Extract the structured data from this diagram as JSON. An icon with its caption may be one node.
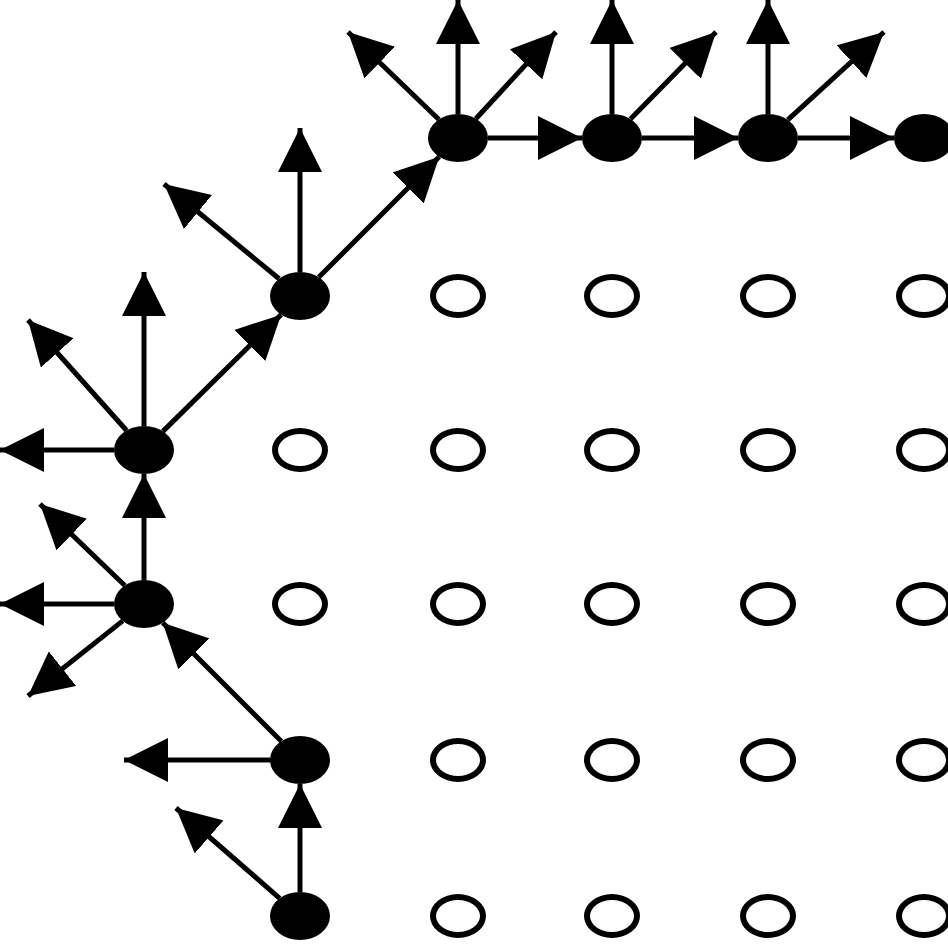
{
  "diagram": {
    "nodes": [
      {
        "text": [],
        "shape": "dot"
      },
      {
        "text": [],
        "shape": "dot"
      },
      {
        "text": [],
        "shape": "dot"
      },
      {
        "text": [],
        "shape": "dot"
      },
      {
        "text": [],
        "shape": "dot"
      },
      {
        "text": [],
        "shape": "circle"
      },
      {
        "text": [],
        "shape": "circle"
      },
      {
        "text": [],
        "shape": "circle"
      },
      {
        "text": [],
        "shape": "circle"
      },
      {
        "text": [],
        "shape": "dot"
      },
      {
        "text": [],
        "shape": "circle"
      },
      {
        "text": [],
        "shape": "circle"
      },
      {
        "text": [],
        "shape": "circle"
      },
      {
        "text": [],
        "shape": "circle"
      },
      {
        "text": [],
        "shape": "circle"
      },
      {
        "text": [],
        "shape": "dot"
      },
      {
        "text": [],
        "shape": "circle"
      },
      {
        "text": [],
        "shape": "circle"
      },
      {
        "text": [],
        "shape": "circle"
      },
      {
        "text": [],
        "shape": "circle"
      },
      {
        "text": [],
        "shape": "circle"
      },
      {
        "text": [],
        "shape": "dot"
      },
      {
        "text": [],
        "shape": "circle"
      },
      {
        "text": [],
        "shape": "circle"
      },
      {
        "text": [],
        "shape": "circle"
      },
      {
        "text": [],
        "shape": "circle"
      },
      {
        "text": [],
        "shape": "dot"
      },
      {
        "text": [],
        "shape": "circle"
      },
      {
        "text": [],
        "shape": "circle"
      },
      {
        "text": [],
        "shape": "circle"
      },
      {
        "text": [],
        "shape": "circle"
      }
    ],
    "edges": [
      {
        "from": 26,
        "to": 21,
        "arrow": "to"
      },
      {
        "from": 21,
        "to": 15,
        "arrow": "to"
      },
      {
        "from": 15,
        "to": 9,
        "arrow": "to"
      },
      {
        "from": 9,
        "to": 4,
        "arrow": "to"
      },
      {
        "from": 4,
        "to": 0,
        "arrow": "to"
      },
      {
        "from": 0,
        "to": 1,
        "arrow": "to"
      },
      {
        "from": 1,
        "to": 2,
        "arrow": "to"
      },
      {
        "from": 2,
        "to": 3,
        "arrow": "to"
      },
      {
        "from": 26,
        "to": null,
        "arrow": "to"
      },
      {
        "from": 21,
        "to": null,
        "arrow": "to"
      },
      {
        "from": 15,
        "to": null,
        "arrow": "to"
      },
      {
        "from": 15,
        "to": null,
        "arrow": "to"
      },
      {
        "from": 15,
        "to": null,
        "arrow": "to"
      },
      {
        "from": 9,
        "to": null,
        "arrow": "to"
      },
      {
        "from": 9,
        "to": null,
        "arrow": "to"
      },
      {
        "from": 9,
        "to": null,
        "arrow": "to"
      },
      {
        "from": 4,
        "to": null,
        "arrow": "to"
      },
      {
        "from": 4,
        "to": null,
        "arrow": "to"
      },
      {
        "from": 0,
        "to": null,
        "arrow": "to"
      },
      {
        "from": 0,
        "to": null,
        "arrow": "to"
      },
      {
        "from": 0,
        "to": null,
        "arrow": "to"
      },
      {
        "from": 1,
        "to": null,
        "arrow": "to"
      },
      {
        "from": 1,
        "to": null,
        "arrow": "to"
      },
      {
        "from": 2,
        "to": null,
        "arrow": "to"
      },
      {
        "from": 2,
        "to": null,
        "arrow": "to"
      }
    ]
  }
}
